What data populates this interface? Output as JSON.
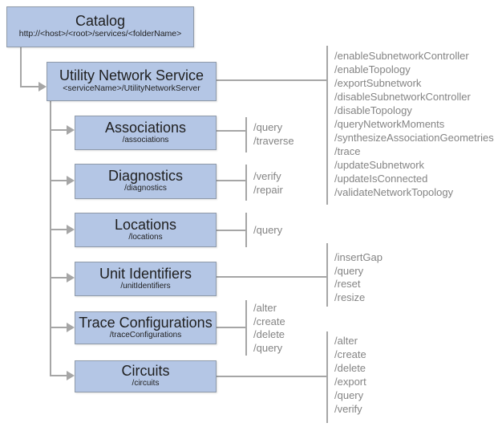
{
  "colors": {
    "box-fill": "#b4c6e5",
    "box-border": "#8f9aa9",
    "line": "#a6a6a6",
    "ops-text": "#848484",
    "box-text": "#1f1f1f",
    "background": "#ffffff"
  },
  "catalog": {
    "title": "Catalog",
    "subtitle": "http://<host>/<root>/services/<folderName>"
  },
  "service": {
    "title": "Utility Network Service",
    "subtitle": "<serviceName>/UtilityNetworkServer",
    "operations": [
      "/enableSubnetworkController",
      "/enableTopology",
      "/exportSubnetwork",
      "/disableSubnetworkController",
      "/disableTopology",
      "/queryNetworkMoments",
      "/synthesizeAssociationGeometries",
      "/trace",
      "/updateSubnetwork",
      "/updateIsConnected",
      "/validateNetworkTopology"
    ]
  },
  "resources": [
    {
      "title": "Associations",
      "subtitle": "/associations",
      "operations": [
        "/query",
        "/traverse"
      ]
    },
    {
      "title": "Diagnostics",
      "subtitle": "/diagnostics",
      "operations": [
        "/verify",
        "/repair"
      ]
    },
    {
      "title": "Locations",
      "subtitle": "/locations",
      "operations": [
        "/query"
      ]
    },
    {
      "title": "Unit Identifiers",
      "subtitle": "/unitIdentifiers",
      "operations": [
        "/insertGap",
        "/query",
        "/reset",
        "/resize"
      ]
    },
    {
      "title": "Trace Configurations",
      "subtitle": "/traceConfigurations",
      "operations": [
        "/alter",
        "/create",
        "/delete",
        "/query"
      ]
    },
    {
      "title": "Circuits",
      "subtitle": "/circuits",
      "operations": [
        "/alter",
        "/create",
        "/delete",
        "/export",
        "/query",
        "/verify"
      ]
    }
  ]
}
